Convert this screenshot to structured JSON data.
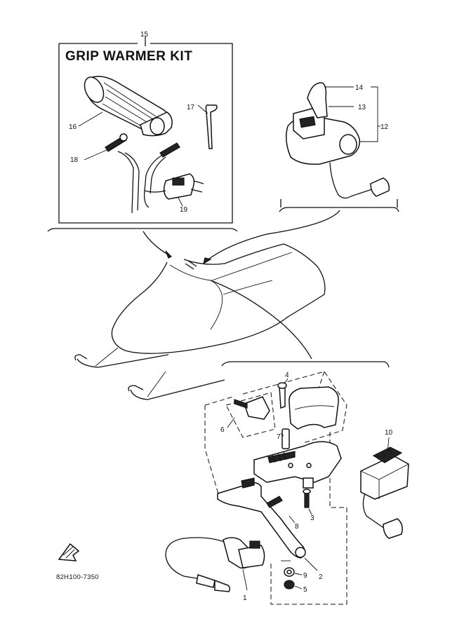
{
  "kit_title": "GRIP WARMER KIT",
  "drawing_code": "82H100-7350",
  "labels": {
    "p1": "1",
    "p2": "2",
    "p3": "3",
    "p4": "4",
    "p5": "5",
    "p6": "6",
    "p7": "7",
    "p8": "8",
    "p9": "9",
    "p10": "10",
    "p12": "12",
    "p13": "13",
    "p14": "14",
    "p15": "15",
    "p16": "16",
    "p17": "17",
    "p18": "18",
    "p19": "19"
  }
}
